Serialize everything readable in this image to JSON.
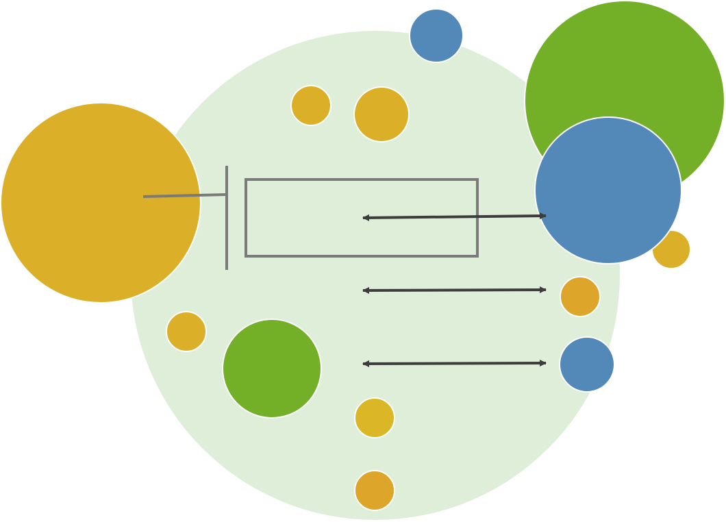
{
  "colors": {
    "background": "#ffffff",
    "region": "#deeed9",
    "gold": "#dbaf27",
    "amber": "#dda52a",
    "yellow": "#dbb626",
    "green": "#73b028",
    "blue": "#5289b8",
    "stroke_gray": "#7a7a7a",
    "arrow_dark": "#3d3d3d",
    "circle_outline": "#ffffff"
  },
  "diagram": {
    "region_color": "region",
    "circles": [
      {
        "name": "blue-circle-top",
        "color": "blue"
      },
      {
        "name": "green-circle-large-right",
        "color": "green"
      },
      {
        "name": "blue-circle-large-right",
        "color": "blue"
      },
      {
        "name": "gold-circle-tiny-right",
        "color": "gold"
      },
      {
        "name": "gold-circle-large-left",
        "color": "gold"
      },
      {
        "name": "gold-circle-small-upper-left",
        "color": "gold"
      },
      {
        "name": "gold-circle-small-upper-mid",
        "color": "gold"
      },
      {
        "name": "amber-circle-small-right",
        "color": "amber"
      },
      {
        "name": "blue-circle-small-right",
        "color": "blue"
      },
      {
        "name": "gold-circle-small-left",
        "color": "gold"
      },
      {
        "name": "green-circle-medium",
        "color": "green"
      },
      {
        "name": "yellow-circle-small-bottom",
        "color": "yellow"
      },
      {
        "name": "amber-circle-small-bottom",
        "color": "amber"
      }
    ],
    "arrows": [
      {
        "name": "double-arrow-top",
        "style": "double-headed"
      },
      {
        "name": "double-arrow-middle",
        "style": "double-headed"
      },
      {
        "name": "double-arrow-bottom",
        "style": "double-headed"
      }
    ],
    "inhibition": {
      "name": "inhibition-connector",
      "style": "t-bar"
    },
    "box": {
      "name": "highlight-box",
      "style": "outline"
    }
  }
}
